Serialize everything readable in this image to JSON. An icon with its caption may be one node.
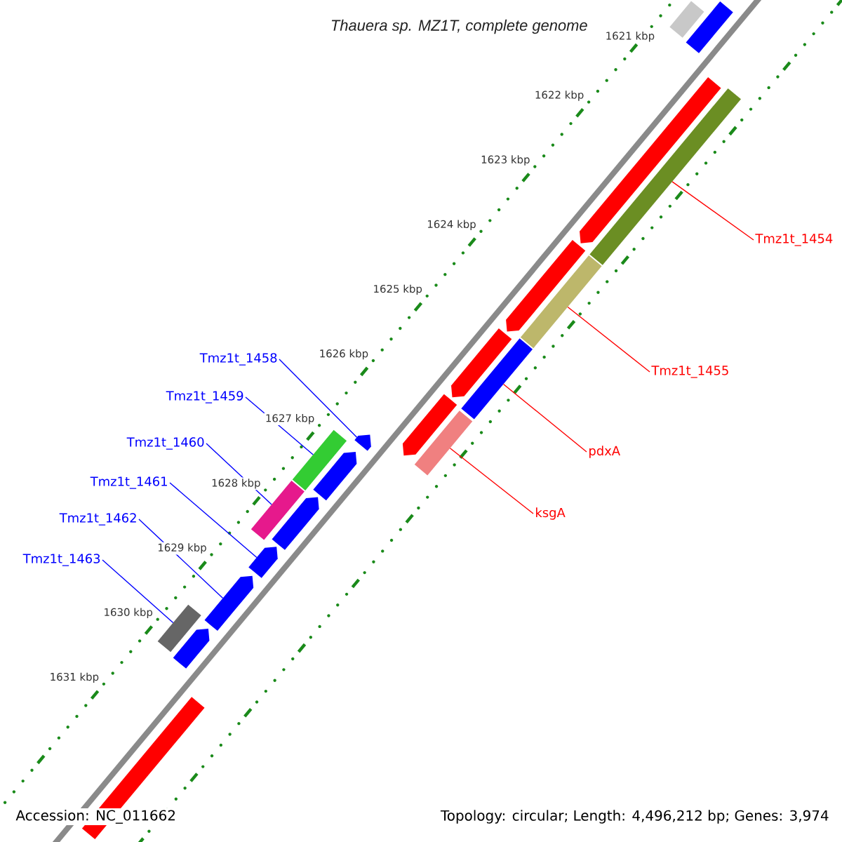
{
  "diagram": {
    "title": "Thauera sp. MZ1T, complete genome",
    "nodes": [
      {
        "text": [
          "Tmz1t_1454"
        ]
      },
      {
        "text": [
          "Tmz1t_1455"
        ]
      },
      {
        "text": [
          "pdxA"
        ]
      },
      {
        "text": [
          "ksgA"
        ]
      },
      {
        "text": [
          "Tmz1t_1458"
        ]
      },
      {
        "text": [
          "Tmz1t_1459"
        ]
      },
      {
        "text": [
          "Tmz1t_1460"
        ]
      },
      {
        "text": [
          "Tmz1t_1461"
        ]
      },
      {
        "text": [
          "Tmz1t_1462"
        ]
      },
      {
        "text": [
          "Tmz1t_1463"
        ]
      },
      {
        "text": [],
        "shape": "bar"
      },
      {
        "text": [],
        "shape": "bar"
      },
      {
        "text": [],
        "shape": "bar"
      },
      {
        "text": [],
        "shape": "bar"
      },
      {
        "text": [],
        "shape": "arrow"
      },
      {
        "text": [],
        "shape": "bar"
      },
      {
        "text": [],
        "shape": "bar"
      },
      {
        "text": [],
        "shape": "arrow"
      },
      {
        "text": [],
        "shape": "arrow"
      },
      {
        "text": [],
        "shape": "bar"
      },
      {
        "text": [],
        "shape": "bar"
      },
      {
        "text": [],
        "shape": "bar"
      },
      {
        "text": [],
        "shape": "arrow"
      },
      {
        "text": [],
        "shape": "arrow"
      },
      {
        "text": [],
        "shape": "arrow"
      },
      {
        "text": [],
        "shape": "arrow"
      },
      {
        "text": [],
        "shape": "arrow"
      },
      {
        "text": [],
        "shape": "arrow"
      },
      {
        "text": [],
        "shape": "arrow"
      },
      {
        "text": [],
        "shape": "bar"
      }
    ],
    "edges": [
      {
        "from": 0,
        "to": 10,
        "arrow": "none",
        "color": "#ff0000"
      },
      {
        "from": 1,
        "to": 11,
        "arrow": "none",
        "color": "#ff0000"
      },
      {
        "from": 2,
        "to": 12,
        "arrow": "none",
        "color": "#ff0000"
      },
      {
        "from": 3,
        "to": 13,
        "arrow": "none",
        "color": "#ff0000"
      },
      {
        "from": 4,
        "to": 14,
        "arrow": "none"
      },
      {
        "from": 5,
        "to": 15,
        "arrow": "none"
      },
      {
        "from": 6,
        "to": 16,
        "arrow": "none"
      },
      {
        "from": 7,
        "to": 17,
        "arrow": "none"
      },
      {
        "from": 8,
        "to": 18,
        "arrow": "none"
      },
      {
        "from": 9,
        "to": 19,
        "arrow": "none"
      }
    ],
    "labels": [
      "1621 kbp",
      "1622 kbp",
      "1623 kbp",
      "1624 kbp",
      "1625 kbp",
      "1626 kbp",
      "1627 kbp",
      "1628 kbp",
      "1629 kbp",
      "1630 kbp",
      "1631 kbp",
      "Accession: NC_011662",
      "Topology: circular; Length: 4,496,212 bp; Genes: 3,974"
    ]
  }
}
